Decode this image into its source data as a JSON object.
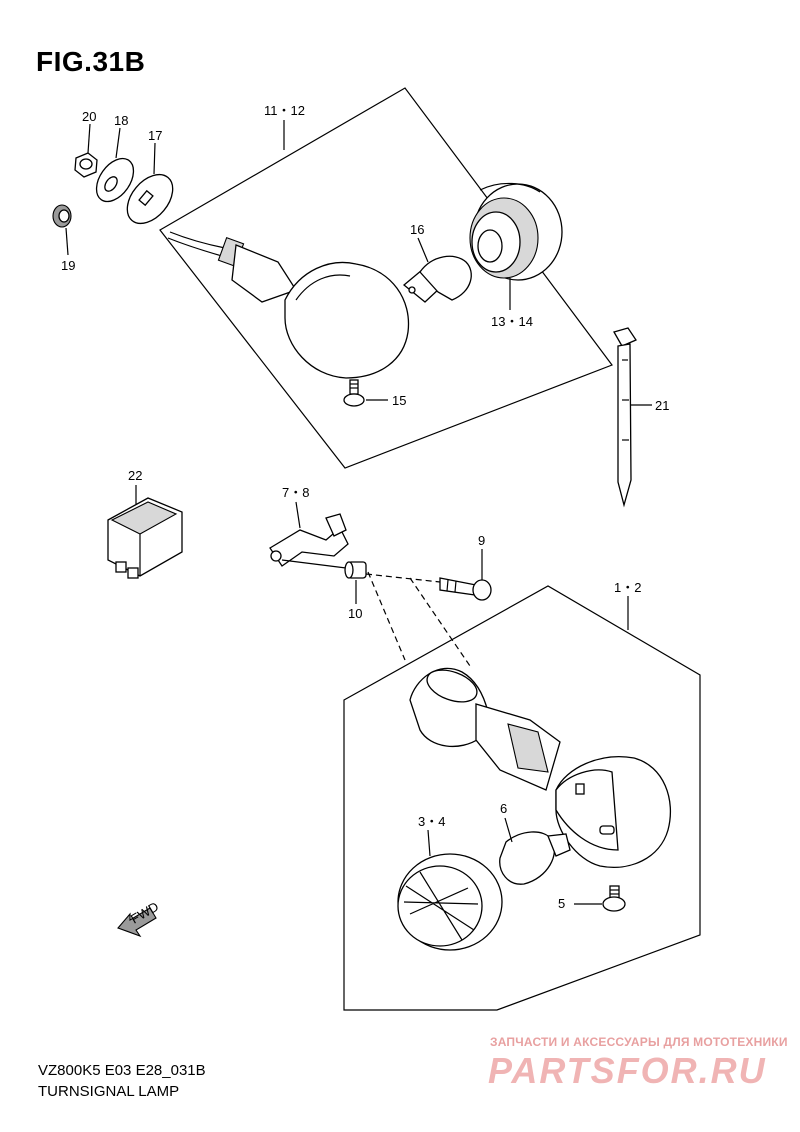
{
  "figure": {
    "title": "FIG.31B",
    "model_code": "VZ800K5 E03 E28_031B",
    "caption": "TURNSIGNAL LAMP"
  },
  "callouts": {
    "c20": "20",
    "c18": "18",
    "c17": "17",
    "c19": "19",
    "c11_12": "11・12",
    "c16": "16",
    "c13_14": "13・14",
    "c15": "15",
    "c21": "21",
    "c22": "22",
    "c7_8": "7・8",
    "c9": "9",
    "c10": "10",
    "c1_2": "1・2",
    "c3_4": "3・4",
    "c6": "6",
    "c5": "5"
  },
  "fwd_label": "FWD",
  "watermark": {
    "subtitle": "ЗАПЧАСТИ И АКСЕССУАРЫ ДЛЯ МОТОТЕХНИКИ",
    "logo": "PARTSFOR.RU"
  }
}
